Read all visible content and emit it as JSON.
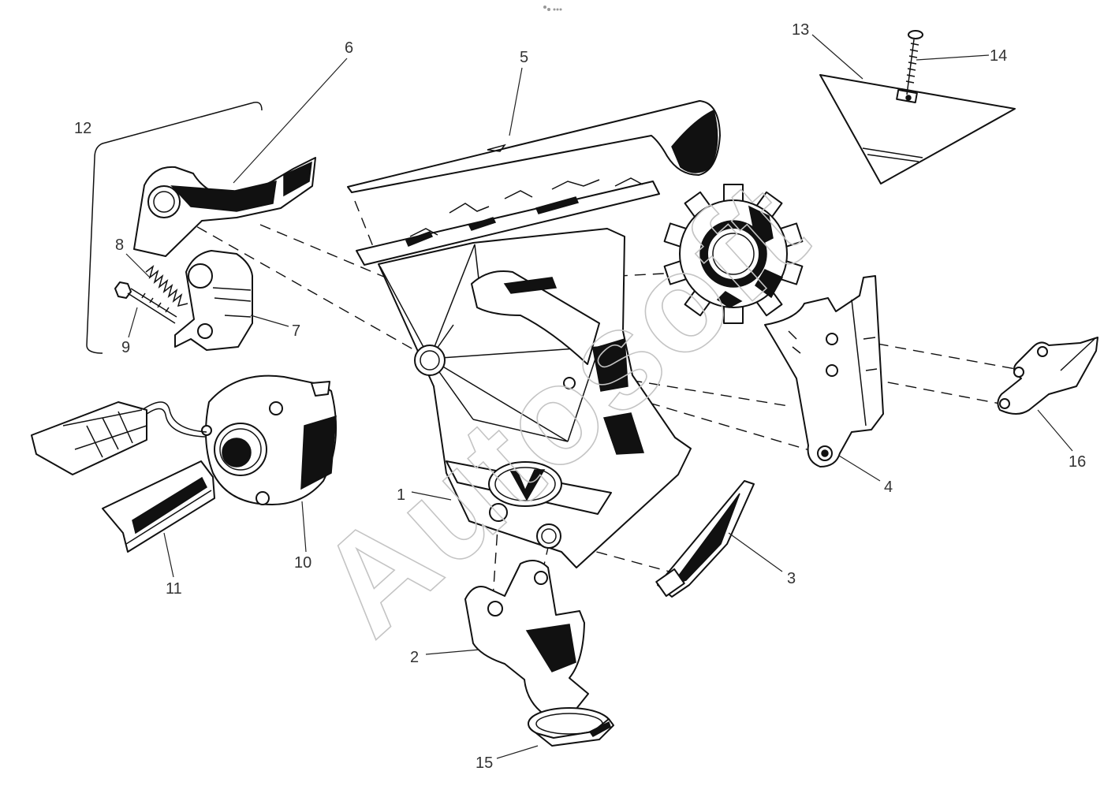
{
  "diagram": {
    "callouts": [
      "1",
      "2",
      "3",
      "4",
      "5",
      "6",
      "7",
      "8",
      "9",
      "10",
      "11",
      "12",
      "13",
      "14",
      "15",
      "16"
    ],
    "watermark": "Autosoft"
  }
}
